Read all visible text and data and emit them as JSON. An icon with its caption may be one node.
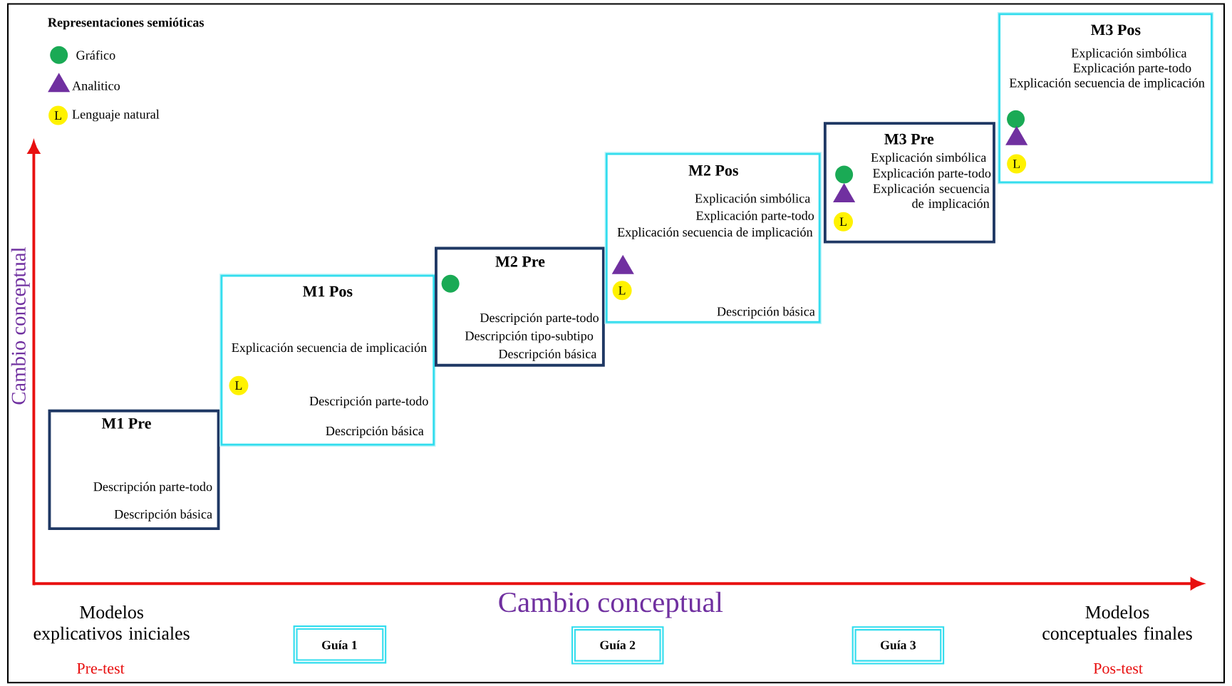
{
  "diagram": {
    "nodes": [
      {
        "text": [
          "M1 Pre",
          "Descripción parte-todo",
          "Descripción básica"
        ]
      },
      {
        "text": [
          "M1 Pos",
          "Explicación secuencia de implicación",
          "Descripción parte-todo",
          "Descripción básica"
        ]
      },
      {
        "text": [
          "L"
        ],
        "in": 1
      },
      {
        "text": [
          "M2 Pre",
          "Descripción parte-todo",
          "Descripción tipo-subtipo",
          "Descripción básica"
        ]
      },
      {
        "text": [],
        "shape": "circle",
        "in": 3
      },
      {
        "text": [
          "M2 Pos",
          "Explicación simbólica",
          "Explicación parte-todo",
          "Explicación secuencia de implicación",
          "Descripción básica"
        ]
      },
      {
        "text": [],
        "shape": "triangle",
        "in": 5
      },
      {
        "text": [
          "L"
        ],
        "in": 5
      },
      {
        "text": [
          "M3 Pre",
          "Explicación simbólica",
          "Explicación parte-todo",
          "Explicación secuencia de implicación"
        ]
      },
      {
        "text": [],
        "shape": "circle",
        "in": 8
      },
      {
        "text": [],
        "shape": "triangle",
        "in": 8
      },
      {
        "text": [
          "L"
        ],
        "in": 8
      },
      {
        "text": [
          "M3 Pos",
          "Explicación simbólica",
          "Explicación parte-todo",
          "Explicación secuencia de implicación"
        ]
      },
      {
        "text": [],
        "shape": "circle",
        "in": 12
      },
      {
        "text": [],
        "shape": "triangle",
        "in": 12
      },
      {
        "text": [
          "L"
        ],
        "in": 12
      },
      {
        "text": [
          "Guía 1"
        ]
      },
      {
        "text": [
          "Guía 2"
        ]
      },
      {
        "text": [
          "Guía 3"
        ]
      }
    ],
    "labels": [
      "Representaciones semióticas",
      "L",
      "Cambio conceptual",
      "Modelos explicativos iniciales",
      "Cambio conceptual",
      "Modelos conceptuales finales",
      "Pre-test",
      "Pos-test"
    ],
    "legend": [
      {
        "text": "Gráfico"
      },
      {
        "text": "Analitico"
      },
      {
        "text": "Lenguaje natural"
      }
    ]
  }
}
